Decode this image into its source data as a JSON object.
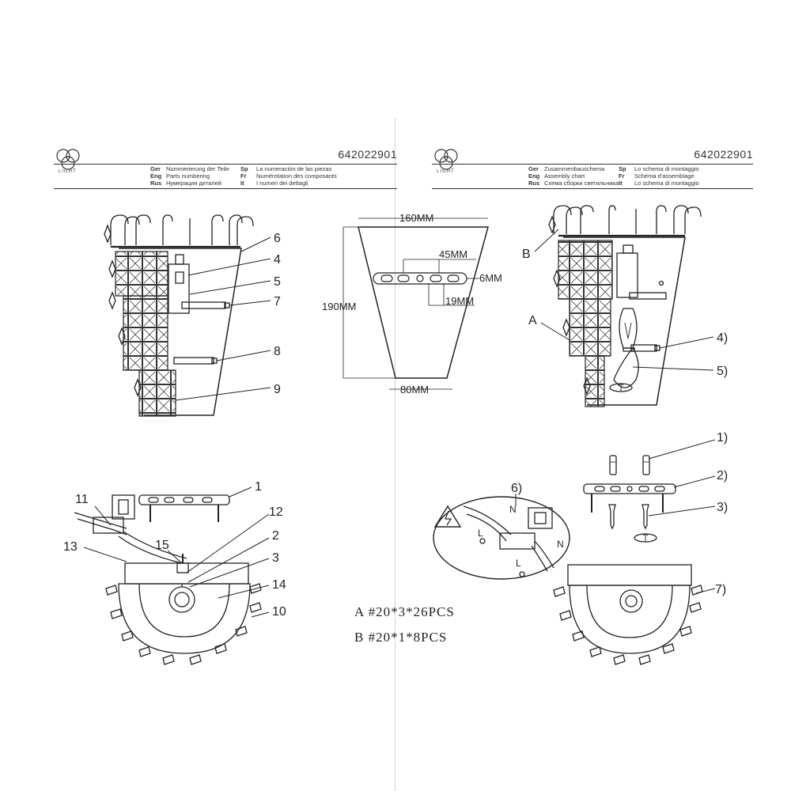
{
  "left_page": {
    "brand": "LIGHT",
    "model_code": "642022901",
    "captions": [
      {
        "lang": "Ger",
        "text": "Nummerierung der Teile"
      },
      {
        "lang": "Eng",
        "text": "Parts numbering"
      },
      {
        "lang": "Rus",
        "text": "Нумерация деталей"
      },
      {
        "lang": "Sp",
        "text": "La numeración de las piezas"
      },
      {
        "lang": "Fr",
        "text": "Numérotation des composants"
      },
      {
        "lang": "It",
        "text": "I numeri dei dettagli"
      }
    ],
    "part_numbers_top": [
      "6",
      "4",
      "5",
      "7",
      "8",
      "9"
    ],
    "part_numbers_bottom": [
      "1",
      "11",
      "12",
      "2",
      "13",
      "15",
      "3",
      "14",
      "10"
    ]
  },
  "dimensions": {
    "top_width": "160MM",
    "height": "190MM",
    "slot_spacing": "45MM",
    "slot_width": "6MM",
    "slot_length": "19MM",
    "bottom_width": "80MM"
  },
  "pieces": {
    "a": "A  #20*3*26PCS",
    "b": "B  #20*1*8PCS"
  },
  "right_page": {
    "brand": "LIGHT",
    "model_code": "642022901",
    "captions": [
      {
        "lang": "Ger",
        "text": "Zusammenbauschema"
      },
      {
        "lang": "Eng",
        "text": "Assembly chart"
      },
      {
        "lang": "Rus",
        "text": "Схема сборки светильника"
      },
      {
        "lang": "Sp",
        "text": "Lo schema di montaggio"
      },
      {
        "lang": "Fr",
        "text": "Schéma d'assemblage"
      },
      {
        "lang": "It",
        "text": "Lo schema di montaggio"
      }
    ],
    "letters": [
      "B",
      "A"
    ],
    "steps_top": [
      "4)",
      "5)"
    ],
    "steps_bottom": [
      "1)",
      "2)",
      "3)",
      "6)",
      "7)"
    ],
    "wire_labels": [
      "N",
      "L",
      "N",
      "L"
    ]
  }
}
